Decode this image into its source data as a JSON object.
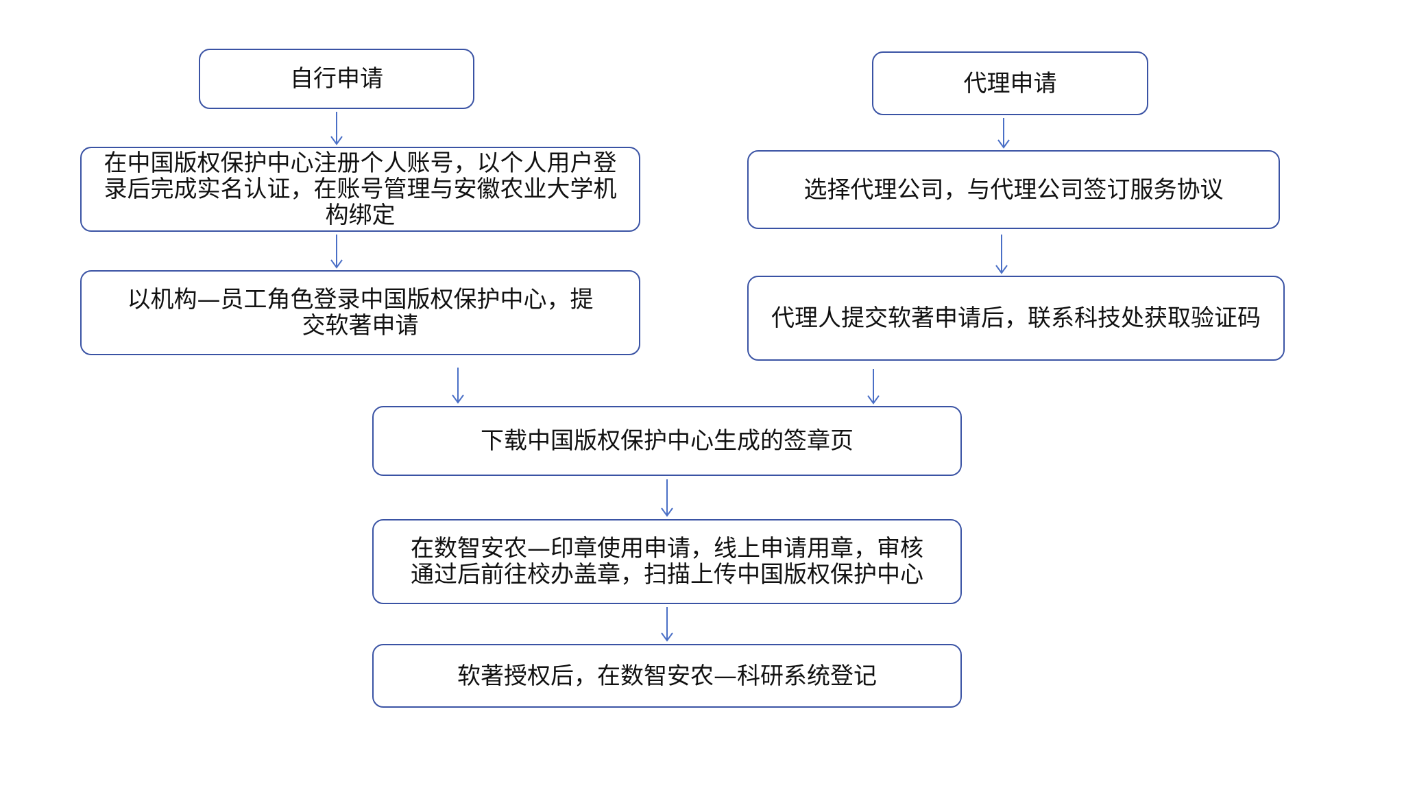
{
  "colors": {
    "border": "#3a53a4",
    "arrow": "#4a6fc6",
    "text": "#111111",
    "background": "#ffffff"
  },
  "boxes": {
    "self_apply": "自行申请",
    "register": "在中国版权保护中心注册个人账号，以个人用户登录后完成实名认证，在账号管理与安徽农业大学机构绑定",
    "login_submit": "以机构—员工角色登录中国版权保护中心，提交软著申请",
    "agent_apply": "代理申请",
    "choose_agent": "选择代理公司，与代理公司签订服务协议",
    "agent_submit": "代理人提交软著申请后，联系科技处获取验证码",
    "download": "下载中国版权保护中心生成的签章页",
    "seal": "在数智安农—印章使用申请，线上申请用章，审核通过后前往校办盖章，扫描上传中国版权保护中心",
    "register_system": "软著授权后，在数智安农—科研系统登记"
  }
}
